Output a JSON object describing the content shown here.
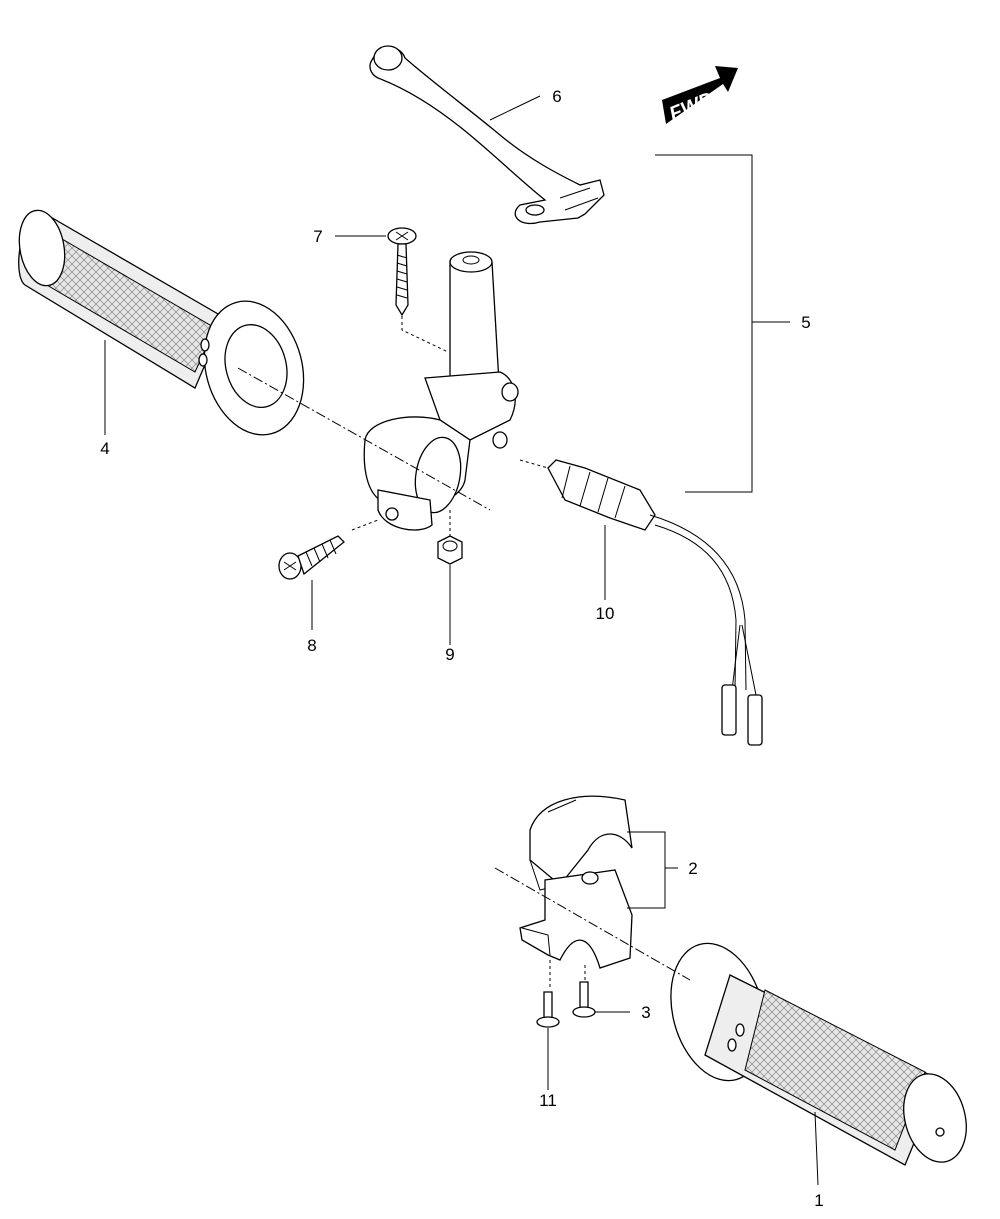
{
  "fwd_label": "FWD",
  "callouts": {
    "c1": "1",
    "c2": "2",
    "c3": "3",
    "c4": "4",
    "c5": "5",
    "c6": "6",
    "c7": "7",
    "c8": "8",
    "c9": "9",
    "c10": "10",
    "c11": "11"
  }
}
